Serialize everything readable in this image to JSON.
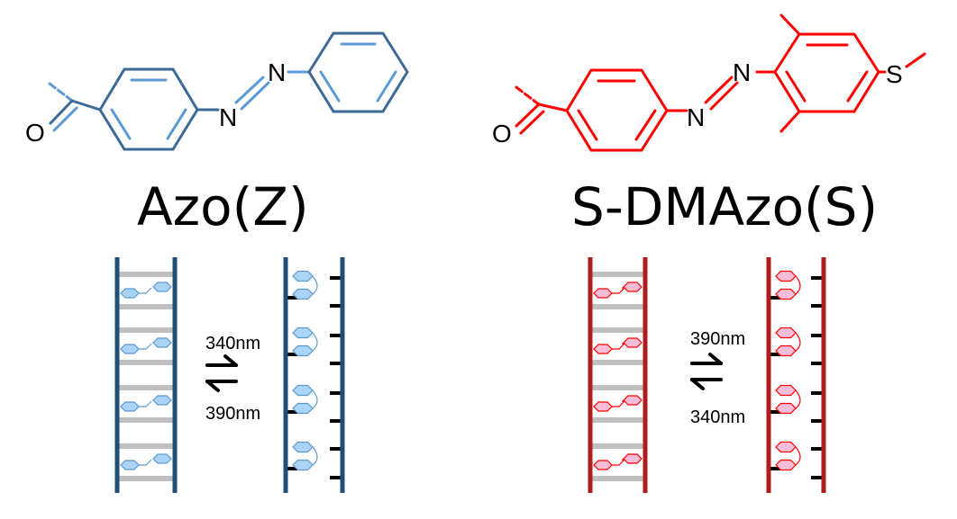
{
  "left": {
    "title": "Azo(Z)",
    "atoms": {
      "oxygen": "O",
      "nitrogen_1": "N",
      "nitrogen_2": "N"
    },
    "wavelength_top": "340nm",
    "wavelength_bottom": "390nm",
    "colors": {
      "bond_dark": "#3d6a96",
      "bond_light": "#5b9bd5",
      "ladder": "#1f4e79",
      "base_fill": "#a9d4f5"
    }
  },
  "right": {
    "title": "S-DMAzo(S)",
    "atoms": {
      "oxygen": "O",
      "nitrogen_1": "N",
      "nitrogen_2": "N",
      "sulfur": "S"
    },
    "wavelength_top": "390nm",
    "wavelength_bottom": "340nm",
    "colors": {
      "bond": "#ff0000",
      "ladder": "#b01c1c",
      "base_fill": "#f8bed8"
    }
  },
  "colors": {
    "rung": "#bfbfbf",
    "tick": "#000000"
  }
}
